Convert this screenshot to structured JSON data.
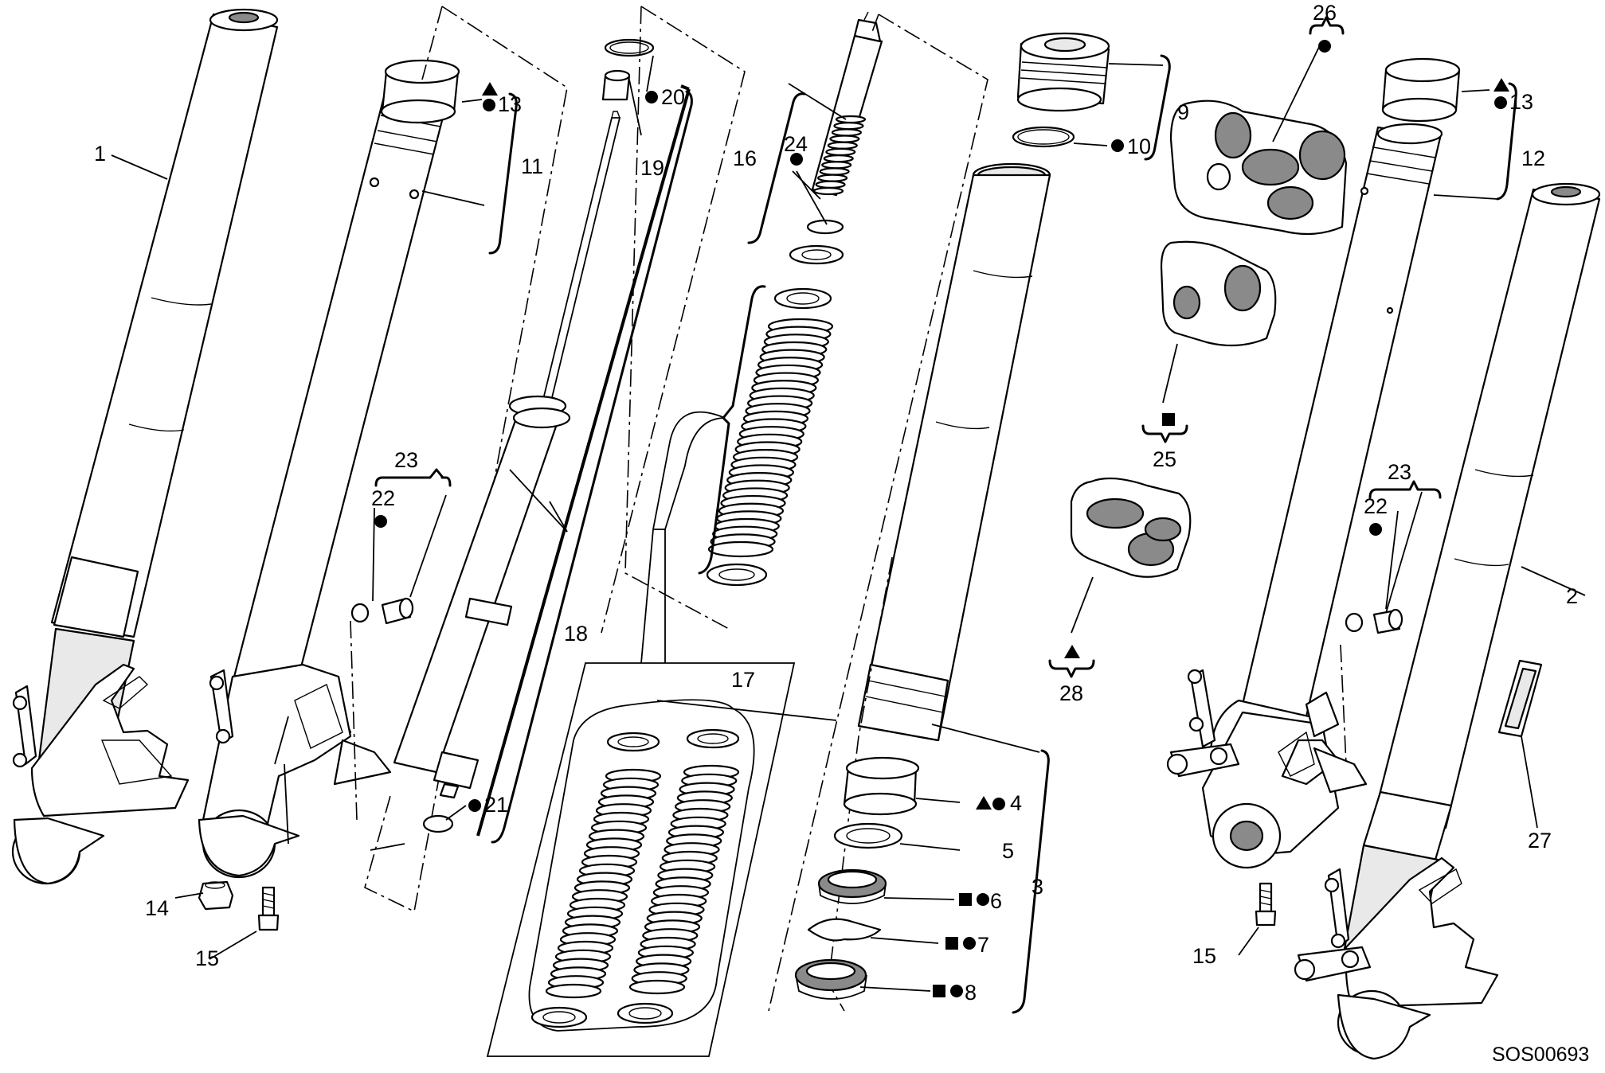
{
  "drawing_code": "SOS00693",
  "colors": {
    "line": "#000000",
    "background": "#ffffff",
    "shade": "#e9e9e9",
    "dark": "#8a8a8a"
  },
  "labels": {
    "p1": "1",
    "p2": "2",
    "p3": "3",
    "p4": "4",
    "p5": "5",
    "p6": "6",
    "p7": "7",
    "p8": "8",
    "p9": "9",
    "p10": "10",
    "p11": "11",
    "p12": "12",
    "p13": "13",
    "p13b": "13",
    "p14": "14",
    "p15": "15",
    "p15b": "15",
    "p16": "16",
    "p17": "17",
    "p18": "18",
    "p19": "19",
    "p20": "20",
    "p21": "21",
    "p22": "22",
    "p22b": "22",
    "p23": "23",
    "p23b": "23",
    "p24": "24",
    "p25": "25",
    "p26": "26",
    "p27": "27",
    "p28": "28"
  },
  "legend_symbols": [
    "triangle-symbol",
    "circle-symbol",
    "square-symbol"
  ]
}
